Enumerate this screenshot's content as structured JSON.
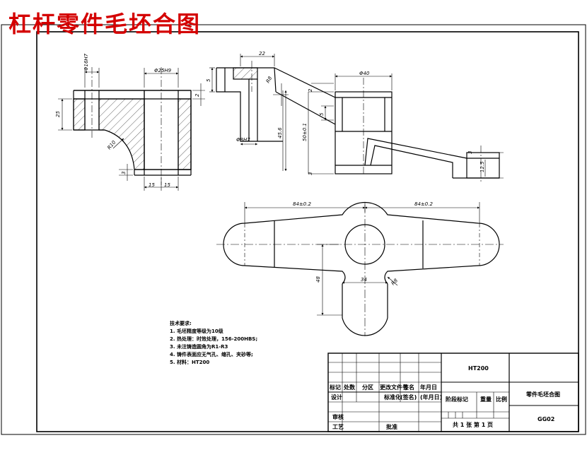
{
  "title": "杠杆零件毛坯合图",
  "tech_requirements": {
    "heading": "技术要求:",
    "items": [
      "1. 毛坯精度等级为10级",
      "2. 热处理：时效处理，156-200HBS;",
      "3. 未注铸造圆角为R1-R3",
      "4. 铸件表面应无气孔、缩孔、夹砂等;",
      "5. 材料：HT200"
    ]
  },
  "dimensions": {
    "d1": "Φ16H7",
    "d2": "Φ25H9",
    "d3": "25",
    "d4": "2",
    "d5": "R10",
    "d6": "3",
    "d7": "15",
    "d8": "15",
    "d9": "22",
    "d10": "5",
    "d11": "R8",
    "d12": "Φ8H7",
    "d13": "2",
    "d14": "5",
    "d15": "45.6",
    "d16": "50±0.1",
    "d17": "Φ40",
    "d18": "3",
    "d19": "3",
    "d20": "12.5",
    "d21": "84±0.2",
    "d22": "84±0.2",
    "d23": "48",
    "d24": "34",
    "d25": "R8"
  },
  "title_block": {
    "material": "HT200",
    "drawing_name": "零件毛坯合图",
    "drawing_code": "GG02",
    "sheet_info": "共 1 张  第 1 页",
    "headers": [
      "标记",
      "处数",
      "分区",
      "更改文件号",
      "签名",
      "年月日"
    ],
    "design": "设计",
    "standardization": "标准化",
    "signature_placeholder": "(签名)",
    "date_placeholder": "(年月日)",
    "stage_label": "阶段标记",
    "weight_label": "重量",
    "scale_label": "比例",
    "review": "审核",
    "process": "工艺",
    "approve": "批准"
  }
}
